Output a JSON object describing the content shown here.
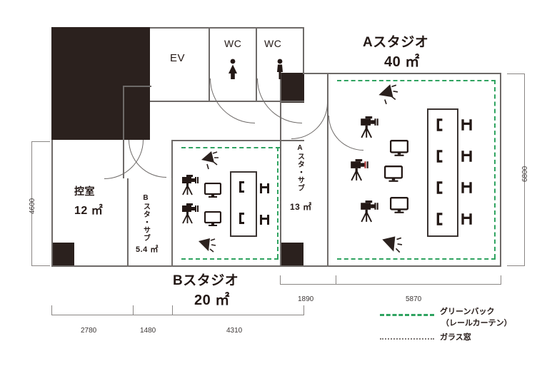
{
  "plan": {
    "title_a": "Aスタジオ",
    "area_a": "40 ㎡",
    "title_b": "Bスタジオ",
    "area_b": "20 ㎡",
    "rooms": [
      {
        "name": "控室",
        "area": "12 ㎡"
      },
      {
        "name": "Bスタ・サブ",
        "area": "5.4 ㎡"
      },
      {
        "name": "Aスタ・サブ",
        "area": "13 ㎡"
      },
      {
        "name": "EV",
        "area": ""
      },
      {
        "name": "WC",
        "area": ""
      },
      {
        "name": "WC",
        "area": ""
      }
    ],
    "room_kaishitsu_name": "控室",
    "room_kaishitsu_area": "12 ㎡",
    "room_bsub_v": "Bスタ・サブ",
    "room_bsub_area": "5.4 ㎡",
    "room_asub_v": "Aスタ・サブ",
    "room_asub_area": "13 ㎡",
    "ev_label": "EV",
    "wc_female_label": "WC",
    "wc_male_label": "WC"
  },
  "dimensions": {
    "bottom_left": [
      "2780",
      "1480",
      "4310"
    ],
    "bottom_right": [
      "1890",
      "5870"
    ],
    "left_vertical": "4600",
    "right_vertical": "6800",
    "b_2780": "2780",
    "b_1480": "1480",
    "b_4310": "4310",
    "b_1890": "1890",
    "b_5870": "5870"
  },
  "legend": {
    "greenback_line1": "グリーンバック",
    "greenback_line2": "（レールカーテン）",
    "glass_window": "ガラス窓",
    "greenback_color": "#2fa360",
    "glass_color": "#7d7875"
  },
  "icons": {
    "camera": "camera-tripod-icon",
    "monitor": "monitor-icon",
    "light": "studio-light-icon",
    "chair": "chair-icon",
    "table": "table-icon",
    "wc_female": "female-figure-icon",
    "wc_male": "male-figure-icon"
  },
  "colors": {
    "wall": "#6e6a68",
    "solid_block": "#2b211e",
    "text": "#231815",
    "accent_green": "#2fa360"
  }
}
